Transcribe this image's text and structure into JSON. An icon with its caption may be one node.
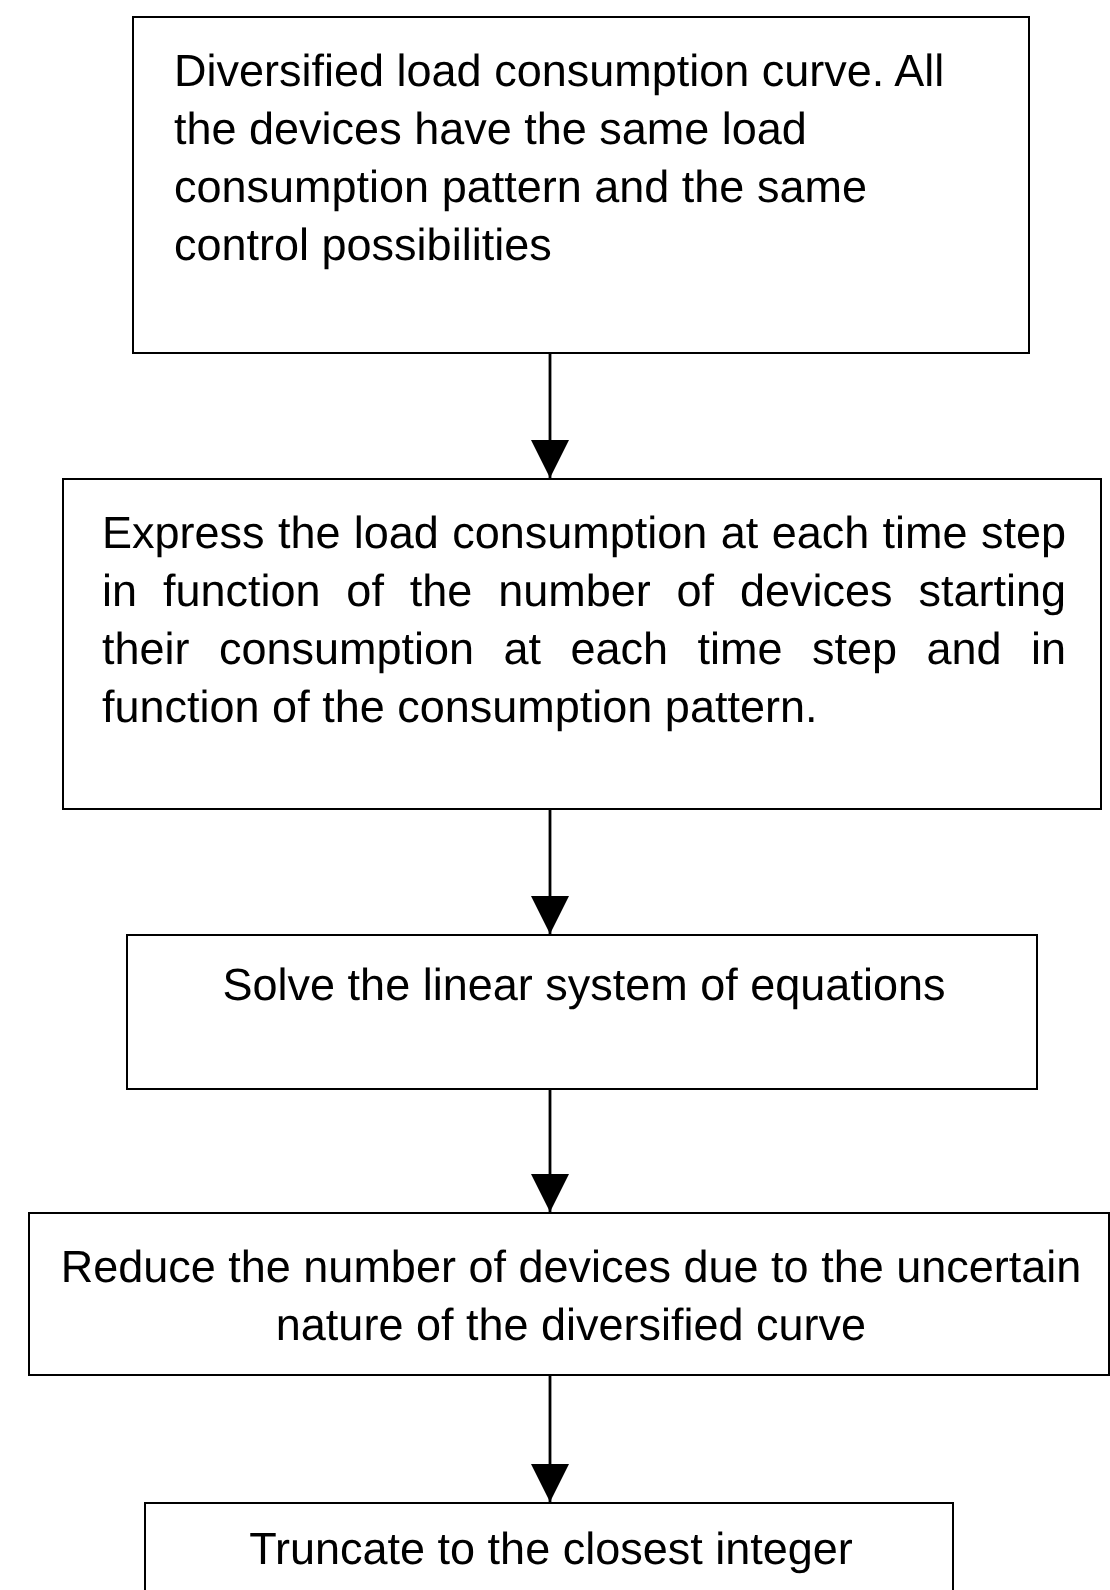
{
  "diagram": {
    "nodes": [
      {
        "text": [
          "Diversified load consumption curve. All the devices have the same load consumption pattern and the same control possibilities"
        ]
      },
      {
        "text": [
          "Express the load consumption at each time step in function of the number of devices starting their consumption at each time step and in function of the consumption pattern."
        ]
      },
      {
        "text": [
          "Solve the linear system of equations"
        ]
      },
      {
        "text": [
          "Reduce the number of devices due to the uncertain nature of the diversified curve"
        ]
      },
      {
        "text": [
          "Truncate to the closest integer"
        ]
      }
    ],
    "edges": [
      {
        "from": 0,
        "to": 1,
        "arrow": "to"
      },
      {
        "from": 1,
        "to": 2,
        "arrow": "to"
      },
      {
        "from": 2,
        "to": 3,
        "arrow": "to"
      },
      {
        "from": 3,
        "to": 4,
        "arrow": "to"
      }
    ]
  }
}
